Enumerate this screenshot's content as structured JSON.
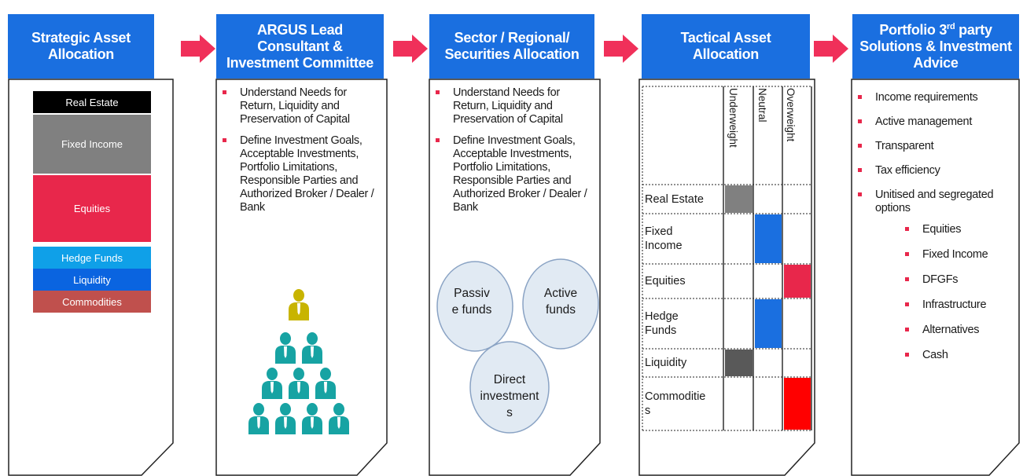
{
  "headers": {
    "h1": [
      "Strategic Asset",
      "Allocation"
    ],
    "h2": [
      "ARGUS Lead",
      "Consultant &",
      "Investment Committee"
    ],
    "h3": [
      "Sector / Regional/",
      "Securities Allocation"
    ],
    "h4": [
      "Tactical Asset",
      "Allocation"
    ],
    "h5": {
      "line1_pre": "Portfolio 3",
      "line1_sup": "rd",
      "line1_post": " party",
      "line2": "Solutions & Investment",
      "line3": "Advice"
    }
  },
  "strategic_allocation": [
    {
      "label": "Real Estate",
      "color": "#000000"
    },
    {
      "label": "Fixed Income",
      "color": "#808080"
    },
    {
      "label": "Equities",
      "color": "#e8274b"
    },
    {
      "label": "Hedge Funds",
      "color": "#0fa0e8"
    },
    {
      "label": "Liquidity",
      "color": "#0a64e0"
    },
    {
      "label": "Commodities",
      "color": "#c0504d"
    }
  ],
  "committee_bullets": [
    "Understand Needs for Return, Liquidity and Preservation of Capital",
    "Define Investment Goals, Acceptable Investments, Portfolio Limitations, Responsible Parties and Authorized Broker / Dealer / Bank"
  ],
  "sector_bullets": [
    "Understand Needs for Return, Liquidity and Preservation of Capital",
    "Define Investment Goals, Acceptable Investments, Portfolio Limitations, Responsible Parties and Authorized Broker / Dealer / Bank"
  ],
  "venn": {
    "passive": [
      "Passiv",
      "e funds"
    ],
    "active": [
      "Active",
      "funds"
    ],
    "direct": [
      "Direct",
      "investment",
      "s"
    ]
  },
  "tactical": {
    "columns": [
      "Underweight",
      "Neutral",
      "Overweight"
    ],
    "rows": [
      {
        "label": [
          "Real Estate"
        ],
        "position": "Underweight",
        "color": "#808080"
      },
      {
        "label": [
          "Fixed",
          "Income"
        ],
        "position": "Neutral",
        "color": "#1a6fe0"
      },
      {
        "label": [
          "Equities"
        ],
        "position": "Overweight",
        "color": "#e8274b"
      },
      {
        "label": [
          "Hedge",
          "Funds"
        ],
        "position": "Neutral",
        "color": "#1a6fe0"
      },
      {
        "label": [
          "Liquidity"
        ],
        "position": "Underweight",
        "color": "#595959"
      },
      {
        "label": [
          "Commoditie",
          "s"
        ],
        "position": "Overweight",
        "color": "#ff0000"
      }
    ]
  },
  "solutions": {
    "bullets": [
      "Income requirements",
      "Active management",
      "Transparent",
      "Tax efficiency",
      "Unitised and segregated options"
    ],
    "sub_bullets": [
      "Equities",
      "Fixed Income",
      "DFGFs",
      "Infrastructure",
      "Alternatives",
      "Cash"
    ]
  },
  "colors": {
    "header": "#1a6fe0",
    "arrow": "#f0305a",
    "bullet": "#e8274b",
    "venn_fill": "#dce6f1",
    "venn_stroke": "#8aa3c4",
    "person_teal": "#17a3a3",
    "person_gold": "#c8b400"
  }
}
